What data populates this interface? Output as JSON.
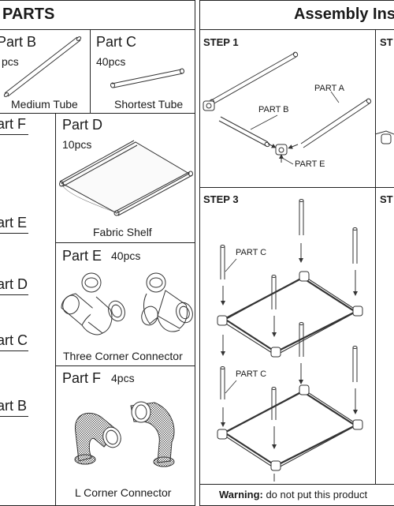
{
  "parts": {
    "header": "PARTS",
    "part_b": {
      "name": "Part B",
      "count": "pcs",
      "desc": "Medium Tube"
    },
    "part_c": {
      "name": "Part C",
      "count": "40pcs",
      "desc": "Shortest Tube"
    },
    "part_d": {
      "name": "Part D",
      "count": "10pcs",
      "desc": "Fabric Shelf"
    },
    "part_e": {
      "name": "Part E",
      "count": "40pcs",
      "desc": "Three Corner Connector"
    },
    "part_f": {
      "name": "Part F",
      "count": "4pcs",
      "desc": "L Corner Connector"
    },
    "left_column": [
      "art F",
      "art E",
      "art D",
      "art C",
      "art B"
    ]
  },
  "assembly": {
    "header": "Assembly Ins",
    "step1": "STEP 1",
    "step1_labels": {
      "a": "PART A",
      "b": "PART B",
      "e": "PART E"
    },
    "step2_partial": "ST",
    "step3": "STEP 3",
    "step3_labels": [
      "PART C",
      "PART C"
    ],
    "step4_partial": "ST",
    "warning_label": "Warning:",
    "warning_text": " do not put this product"
  }
}
